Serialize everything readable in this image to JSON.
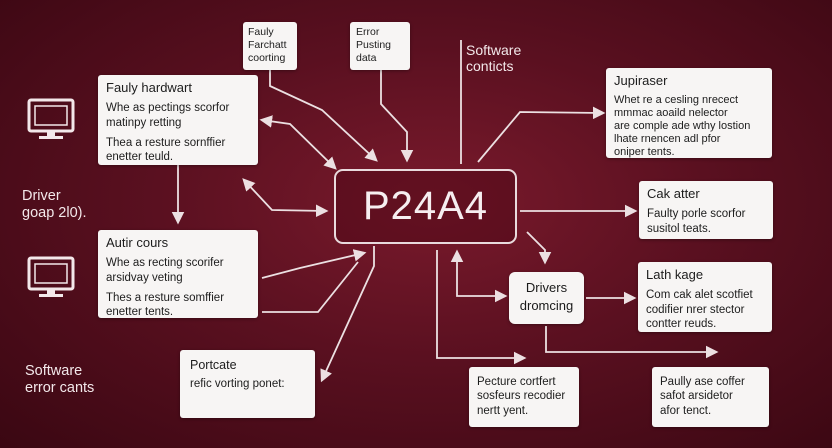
{
  "center_node": {
    "label": "P24A4"
  },
  "top_boxes": {
    "faulty": {
      "lines": [
        "Fauly",
        "Farchatt",
        "coorting"
      ]
    },
    "error": {
      "lines": [
        "Error",
        "Pusting",
        "data"
      ]
    }
  },
  "software_conflicts": {
    "lines": [
      "Software",
      "conticts"
    ]
  },
  "left_labels": {
    "driver": {
      "lines": [
        "Driver",
        "goap 2l0)."
      ]
    },
    "software_error": {
      "lines": [
        "Software",
        "error cants"
      ]
    }
  },
  "boxes": {
    "faulty_hardware": {
      "title": "Fauly hardwart",
      "lines": [
        "Whe as pectings scorfor",
        "matinpy retting",
        "",
        "Thea a resture sornffier",
        "enetter teuld."
      ]
    },
    "autir_cours": {
      "title": "Autir cours",
      "lines": [
        "Whe as recting scorifer",
        "arsidvay veting",
        "",
        "Thes a resture somffier",
        "enetter tents."
      ]
    },
    "portcate": {
      "title": "Portcate",
      "lines": [
        "refic vorting ponet:"
      ]
    },
    "jupiraser": {
      "title": "Jupiraser",
      "lines": [
        "Whet re a cesling nrecect",
        "mmmac aoaild nelector",
        "are comple ade wthy lostion",
        "lhate rnencen adl pfor",
        "oniper tents."
      ]
    },
    "cak_atter": {
      "title": "Cak atter",
      "lines": [
        "Faulty porle scorfor",
        "susitol teats."
      ]
    },
    "lath_kage": {
      "title": "Lath kage",
      "lines": [
        "Com cak alet scotfiet",
        "codifier nrer stector",
        "contter reuds."
      ]
    },
    "pecture": {
      "lines": [
        "Pecture cortfert",
        "sosfeurs recodier",
        "nertt yent."
      ]
    },
    "pully": {
      "lines": [
        "Paully ase coffer",
        "safot arsidetor",
        "afor tenct."
      ]
    }
  },
  "drivers_node": {
    "lines": [
      "Drivers",
      "dromcing"
    ]
  },
  "icons": [
    "monitor-icon",
    "monitor-icon"
  ],
  "colors": {
    "background": "#5a1020",
    "box": "#f7f5f4",
    "line": "#ece0e2"
  }
}
